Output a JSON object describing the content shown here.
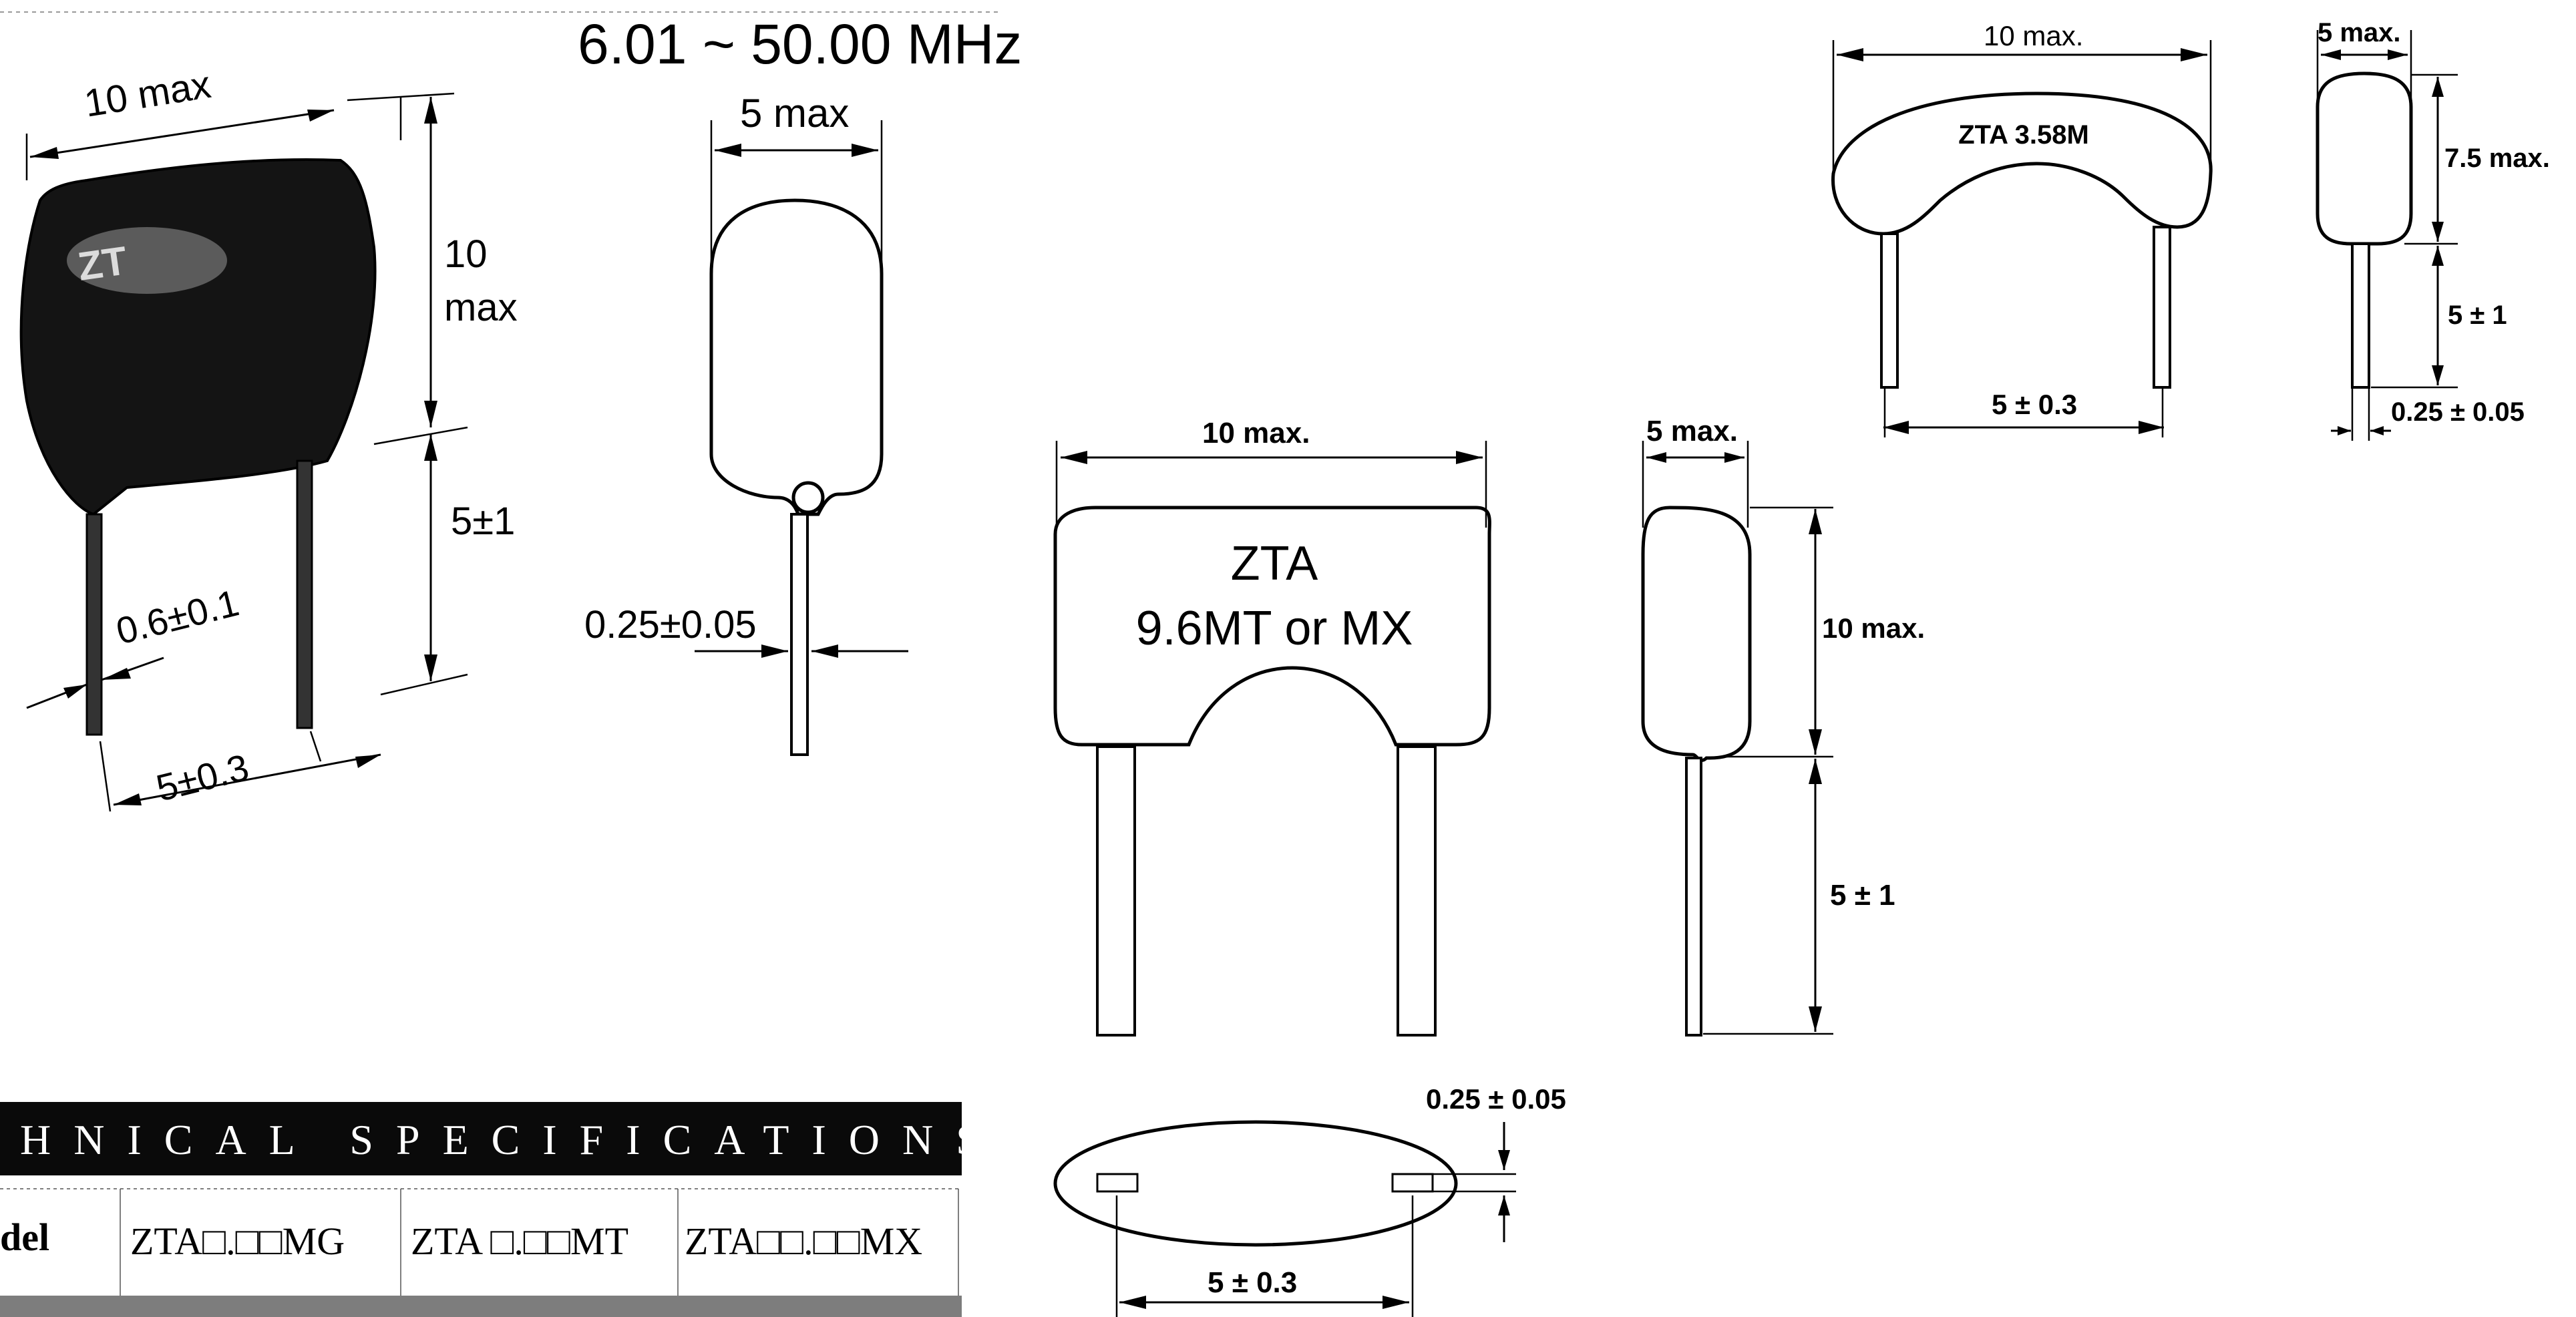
{
  "frequency_range": "6.01 ~ 50.00 MHz",
  "photo_view": {
    "width_label": "10 max",
    "height_label_1": "10",
    "height_label_2": "max",
    "lead_length_label": "5±1",
    "lead_diameter_label": "0.6±0.1",
    "pitch_label": "5±0.3"
  },
  "side_view_left": {
    "thickness_label": "5 max",
    "lead_diameter_label": "0.25±0.05"
  },
  "front_view_middle": {
    "width_label": "10 max.",
    "marking_line_1": "ZTA",
    "marking_line_2": "9.6MT or MX"
  },
  "side_view_middle": {
    "thickness_label": "5 max.",
    "height_label": "10 max.",
    "lead_length_label": "5 ± 1"
  },
  "bottom_view": {
    "lead_diameter_label": "0.25 ± 0.05",
    "pitch_label": "5 ± 0.3"
  },
  "front_view_top_right": {
    "width_label": "10 max.",
    "marking": "ZTA 3.58M",
    "pitch_label": "5 ± 0.3"
  },
  "side_view_top_right": {
    "thickness_label": "5 max.",
    "height_label": "7.5 max.",
    "lead_length_label": "5 ± 1",
    "lead_diameter_label": "0.25 ± 0.05"
  },
  "spec_table": {
    "header": "HNICAL SPECIFICATIONS",
    "row_label": "del",
    "columns": [
      "ZTA□.□□MG",
      "ZTA □.□□MT",
      "ZTA□□.□□MX"
    ]
  }
}
